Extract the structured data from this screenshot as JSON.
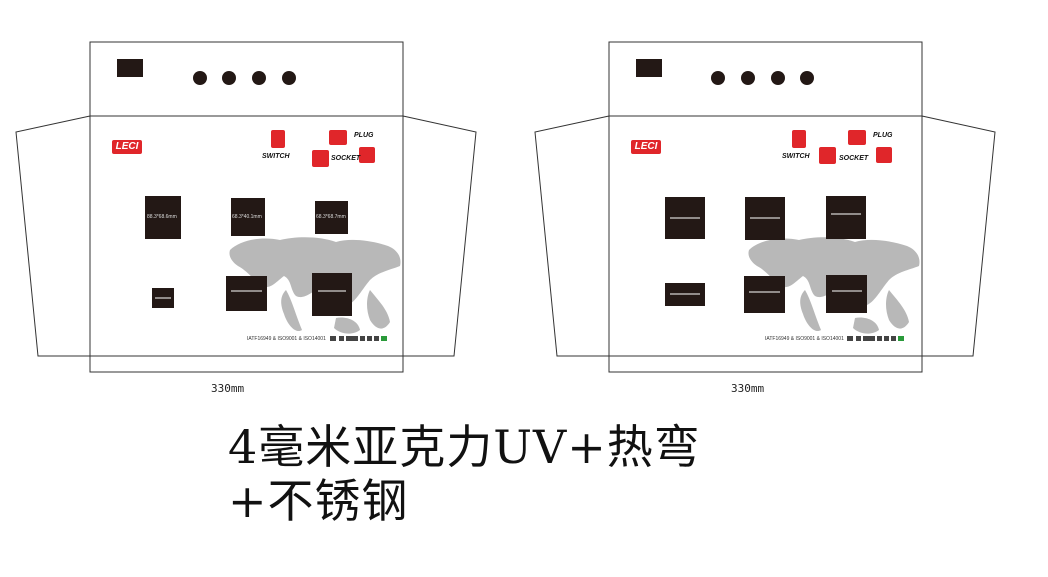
{
  "title_line1": "4毫米亚克力UV+热弯",
  "title_line2": "+不锈钢",
  "colors": {
    "brand_red": "#e0262a",
    "block": "#231815",
    "map": "#b8b8b8",
    "line": "#333333"
  },
  "panels": [
    {
      "logo": "LECI",
      "legend": {
        "switch": "SWITCH",
        "socket": "SOCKET",
        "plug": "PLUG"
      },
      "dims": [
        "88.3*68.6mm",
        "68.3*40.1mm",
        "68.3*68.7mm"
      ],
      "cert_text": "IATF16949 & ISO9001 & ISO14001",
      "width_label": "330mm"
    },
    {
      "logo": "LECI",
      "legend": {
        "switch": "SWITCH",
        "socket": "SOCKET",
        "plug": "PLUG"
      },
      "dims": [],
      "cert_text": "IATF16949 & ISO9001 & ISO14001",
      "width_label": "330mm"
    }
  ]
}
